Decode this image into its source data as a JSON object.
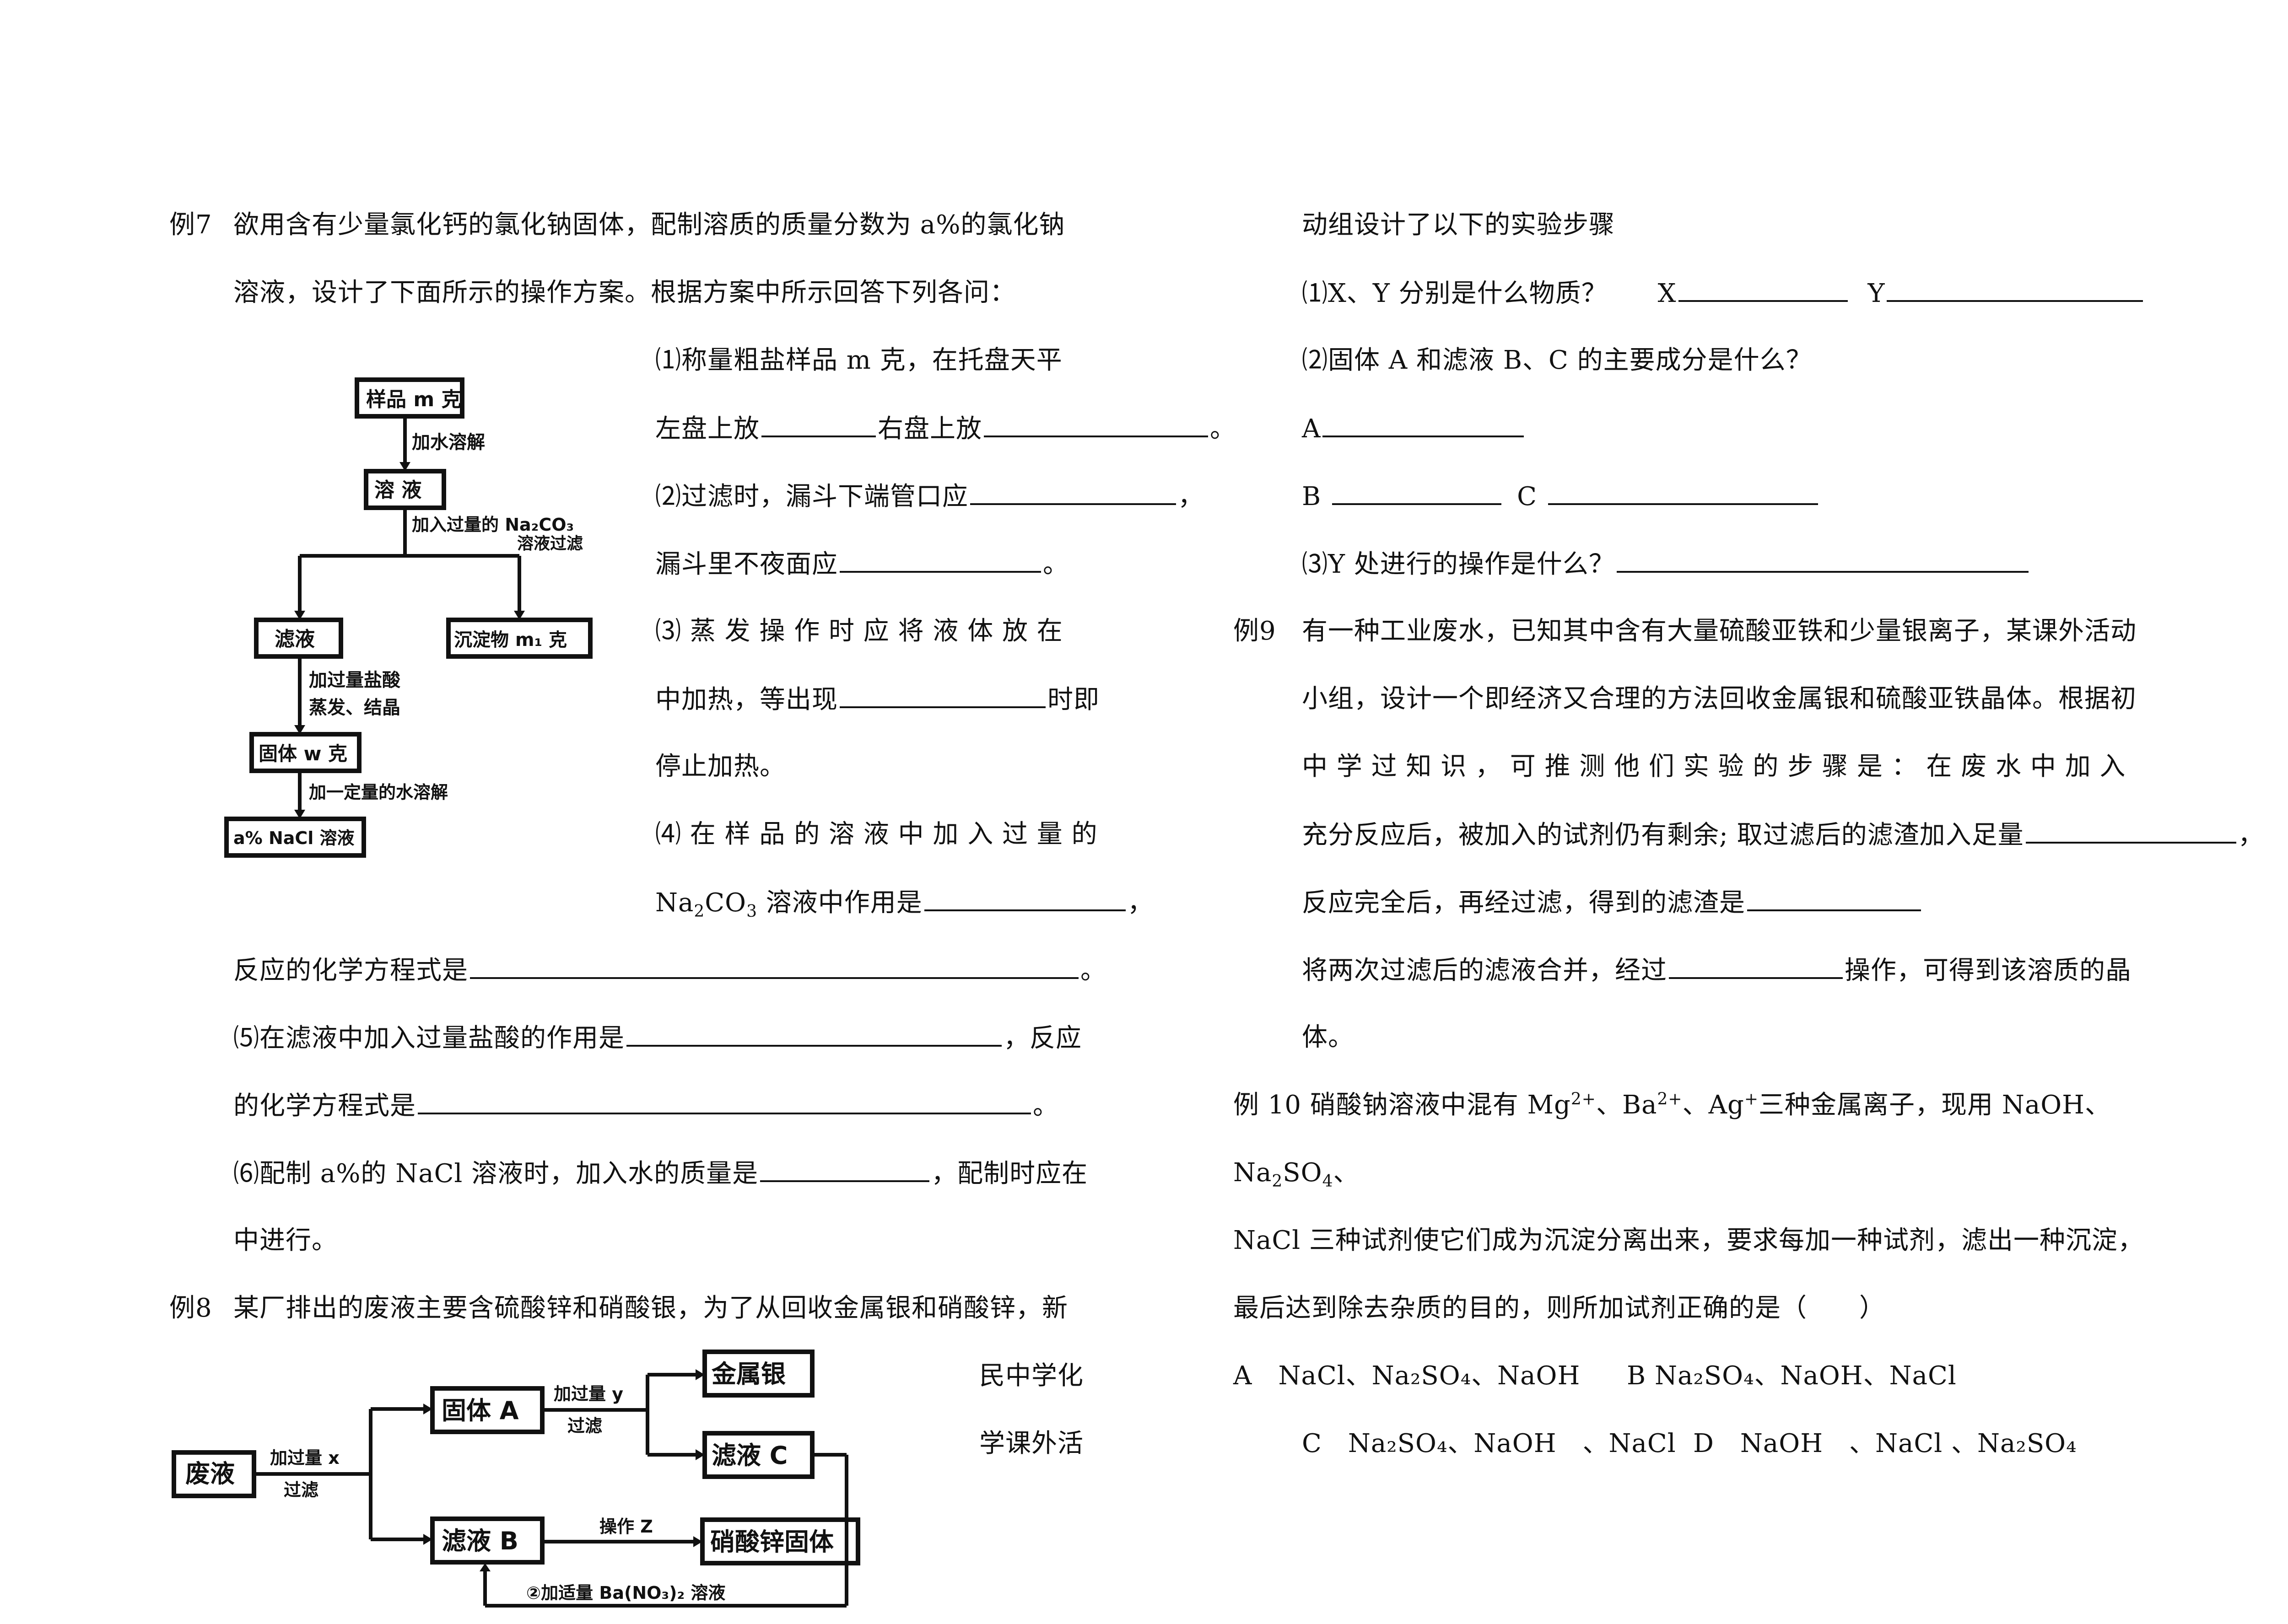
{
  "left": {
    "ex7_label": "例7",
    "ex7_l1": "欲用含有少量氯化钙的氯化钠固体，配制溶质的质量分数为 a%的氯化钠",
    "ex7_l2": "溶液，设计了下面所示的操作方案。根据方案中所示回答下列各问：",
    "q1a": "⑴称量粗盐样品 m 克，在托盘天平",
    "q1b_pre": "左盘上放",
    "q1b_mid": "右盘上放",
    "q1b_end": "。",
    "q2a_pre": "⑵过滤时，漏斗下端管口应",
    "q2a_end": "，",
    "q2b_pre": "漏斗里不夜面应",
    "q2b_end": "。",
    "q3a": "⑶ 蒸 发 操 作 时 应 将 液 体 放 在",
    "q3b_pre": "中加热，等出现",
    "q3b_end": "时即",
    "q3c": "停止加热。",
    "q4a": "⑷ 在 样 品 的 溶 液 中 加 入 过 量 的",
    "q4b_na": "Na",
    "q4b_2": "2",
    "q4b_co": "CO",
    "q4b_3": "3",
    "q4b_rest": " 溶液中作用是",
    "q4b_end": "，",
    "q4c_pre": "反应的化学方程式是",
    "q4c_end": "。",
    "q5a_pre": "⑸在滤液中加入过量盐酸的作用是",
    "q5a_end": "，反应",
    "q5b_pre": "的化学方程式是",
    "q5b_end": "。",
    "q6a_pre": "⑹配制 a%的 NaCl 溶液时，加入水的质量是",
    "q6a_end": "，配制时应在",
    "q6b": "中进行。",
    "ex8_label": "例8",
    "ex8_l1": "某厂排出的废液主要含硫酸锌和硝酸银，为了从回收金属银和硝酸锌，新",
    "ex8_l2": "民中学化",
    "ex8_l3": "学课外活"
  },
  "flow7": {
    "sample": "样品 m 克",
    "add_water": "加水溶解",
    "solution": "溶  液",
    "add_na2co3": "加入过量的 Na₂CO₃",
    "filter": "溶液过滤",
    "filtrate": "滤液",
    "precip": "沉淀物 m₁ 克",
    "add_hcl": "加过量盐酸",
    "evap": "蒸发、结晶",
    "solid": "固体 w 克",
    "add_water2": "加一定量的水溶解",
    "final": "a% NaCl 溶液"
  },
  "flow8": {
    "waste": "废液",
    "add_x": "加过量 x",
    "filter1": "过滤",
    "solidA": "固体 A",
    "add_y": "加过量 y",
    "filter2": "过滤",
    "silver": "金属银",
    "filtrateC": "滤液 C",
    "filtrateB": "滤液 B",
    "opZ": "操作 Z",
    "zinc": "硝酸锌固体",
    "ba": "②加适量 Ba(NO₃)₂ 溶液"
  },
  "right": {
    "r0": "动组设计了以下的实验步骤",
    "r1_pre": "⑴X、Y 分别是什么物质？",
    "r1_x": "X",
    "r1_y": "Y",
    "r2": "⑵固体 A  和滤液 B、C  的主要成分是什么？",
    "r3_a": "A",
    "r4_b": "B",
    "r4_c": "C",
    "r5_pre": "⑶Y 处进行的操作是什么？",
    "ex9_label": "例9",
    "ex9_l1": "有一种工业废水，已知其中含有大量硫酸亚铁和少量银离子，某课外活动",
    "ex9_l2": "小组，设计一个即经济又合理的方法回收金属银和硫酸亚铁晶体。根据初",
    "ex9_l3": "中 学 过 知 识 ， 可 推 测 他 们 实 验 的 步 骤 是 ： 在 废 水 中 加 入",
    "ex9_l4_pre": "充分反应后，被加入的试剂仍有剩余; 取过滤后的滤渣加入足量",
    "ex9_l4_end": "，",
    "ex9_l5_pre": "反应完全后，再经过滤，得到的滤渣是",
    "ex9_l6_pre": "将两次过滤后的滤液合并，经过",
    "ex9_l6_end": "操作，可得到该溶质的晶",
    "ex9_l7": "体。",
    "ex10_l1a": "例 10 硝酸钠溶液中混有 Mg",
    "ex10_mg": "2+",
    "ex10_l1b": "、Ba",
    "ex10_ba": "2+",
    "ex10_l1c": "、Ag",
    "ex10_ag": "+",
    "ex10_l1d": "三种金属离子，现用 NaOH、",
    "ex10_l2a": "Na",
    "ex10_l2b": "2",
    "ex10_l2c": "SO",
    "ex10_l2d": "4",
    "ex10_l2e": "、",
    "ex10_l3": "NaCl 三种试剂使它们成为沉淀分离出来，要求每加一种试剂，滤出一种沉淀，",
    "ex10_l4": "最后达到除去杂质的目的，则所加试剂正确的是（　　）",
    "optA": "A　NaCl、Na₂SO₄、NaOH",
    "optB": "B Na₂SO₄、NaOH、NaCl",
    "optC": "C　Na₂SO₄、NaOH　、NaCl",
    "optD": "D　NaOH　、NaCl 、Na₂SO₄"
  }
}
